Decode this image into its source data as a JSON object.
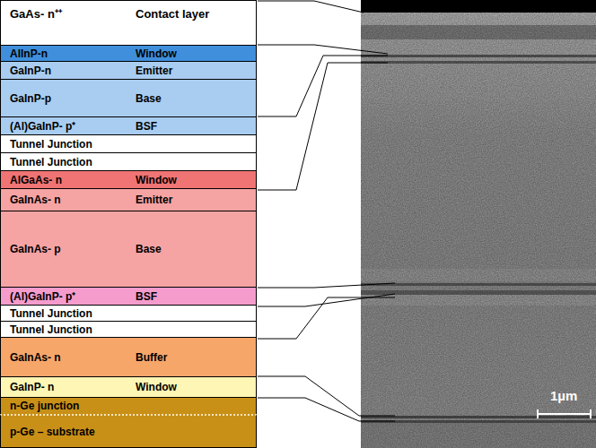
{
  "diagram": {
    "nodes": [
      {
        "text": [
          "GaAs- n⁺⁺",
          "Contact layer"
        ]
      },
      {
        "text": [
          "AlInP-n",
          "Window"
        ]
      },
      {
        "text": [
          "GaInP-n",
          "Emitter"
        ]
      },
      {
        "text": [
          "GaInP-p",
          "Base"
        ]
      },
      {
        "text": [
          "(Al)GaInP- p⁺",
          "BSF"
        ]
      },
      {
        "text": [
          "Tunnel Junction"
        ]
      },
      {
        "text": [
          "Tunnel Junction"
        ]
      },
      {
        "text": [
          "AlGaAs- n",
          "Window"
        ]
      },
      {
        "text": [
          "GaInAs- n",
          "Emitter"
        ]
      },
      {
        "text": [
          "GaInAs- p",
          "Base"
        ]
      },
      {
        "text": [
          "(Al)GaInP- p⁺",
          "BSF"
        ]
      },
      {
        "text": [
          "Tunnel Junction"
        ]
      },
      {
        "text": [
          "Tunnel Junction"
        ]
      },
      {
        "text": [
          "GaInAs- n",
          "Buffer"
        ]
      },
      {
        "text": [
          "GaInP- n",
          "Window"
        ]
      },
      {
        "text": [
          "n-Ge junction"
        ]
      },
      {
        "text": [
          "p-Ge – substrate"
        ]
      }
    ],
    "labels": [
      "1µm"
    ]
  }
}
